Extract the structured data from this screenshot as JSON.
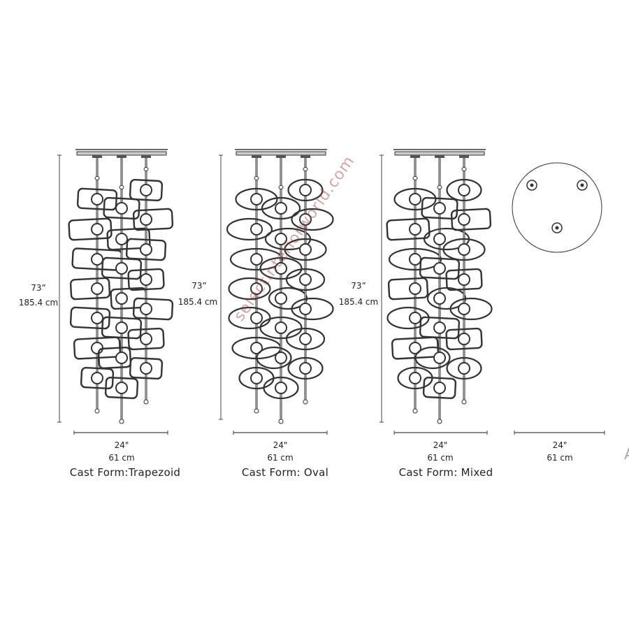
{
  "watermark": "selectinteriorworld.com",
  "colors": {
    "line": "#333333",
    "text": "#222222"
  },
  "variants": [
    {
      "height_in": "73”",
      "height_cm": "185.4 cm",
      "width_in": "24\"",
      "width_cm": "61 cm",
      "caption": "Cast Form:Trapezoid",
      "shape": "trapezoid"
    },
    {
      "height_in": "73”",
      "height_cm": "185.4 cm",
      "width_in": "24\"",
      "width_cm": "61 cm",
      "caption": "Cast Form: Oval",
      "shape": "oval"
    },
    {
      "height_in": "73”",
      "height_cm": "185.4 cm",
      "width_in": "24\"",
      "width_cm": "61 cm",
      "caption": "Cast Form: Mixed",
      "shape": "mixed"
    }
  ],
  "canopy": {
    "width_in": "24\"",
    "width_cm": "61 cm",
    "mount_points": 3
  },
  "cutoff_text": "A"
}
